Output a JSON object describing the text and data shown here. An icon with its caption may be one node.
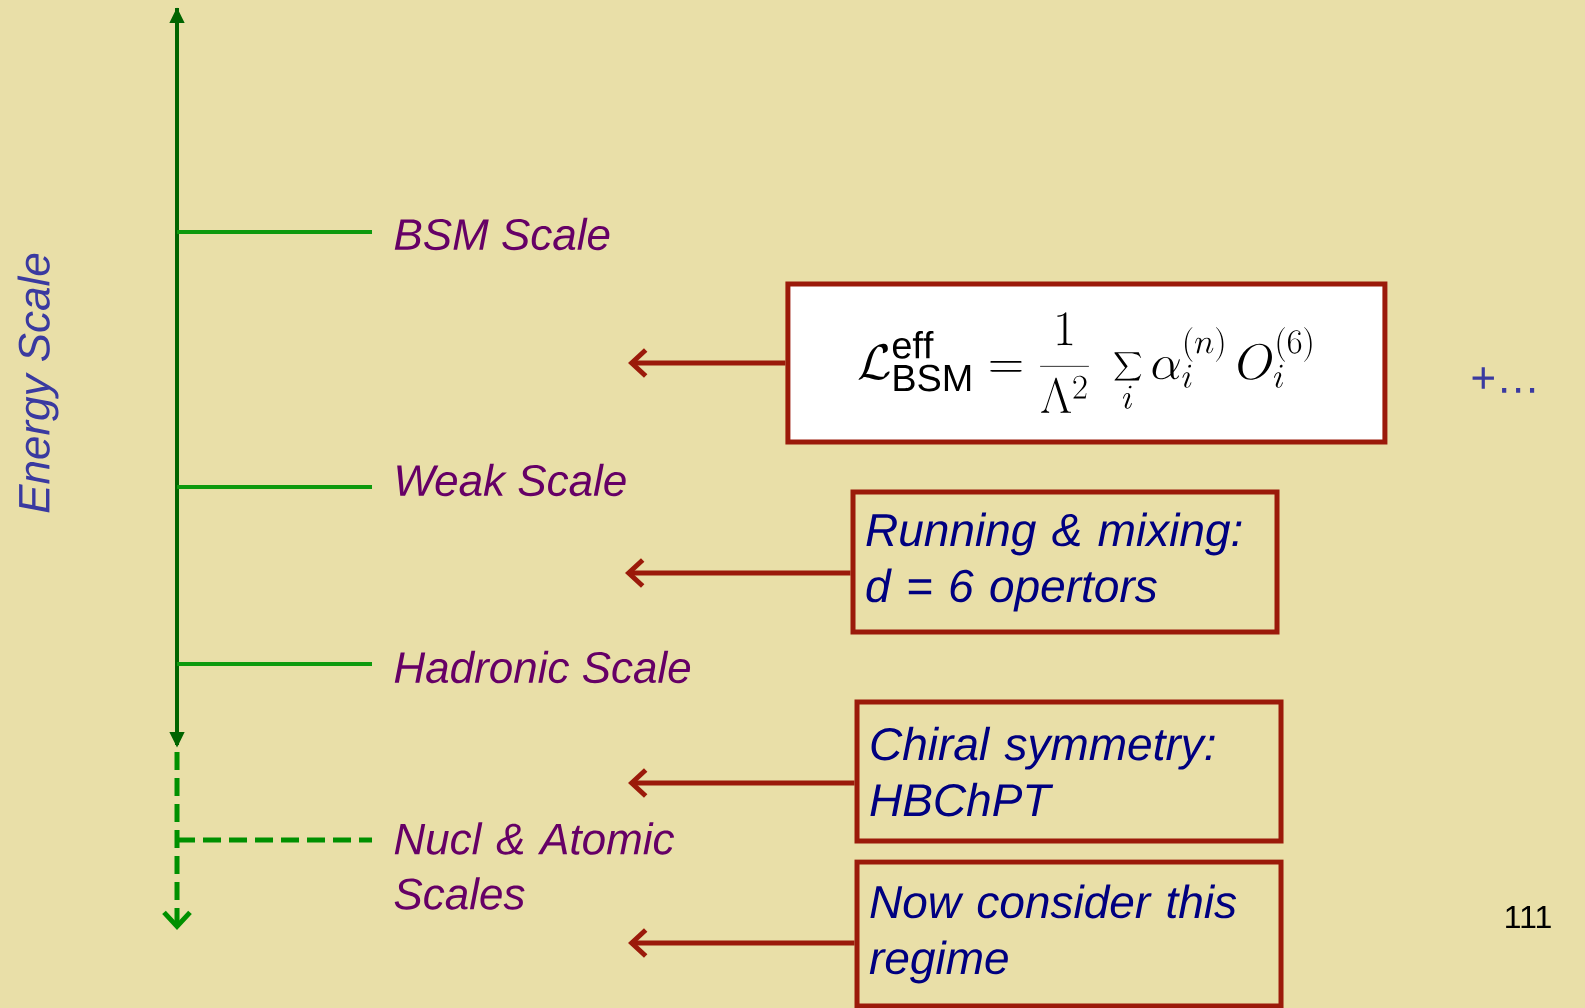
{
  "diagram": {
    "nodes": [
      {
        "text": [
          "\\mathcal{L}_{\\mathrm{BSM}}^{\\mathrm{eff}} = \\frac{1}{\\Lambda^2}\\;\\sum_i \\alpha_i^{(n)}\\, O_i^{(6)}"
        ]
      },
      {
        "text": [
          "Running & mixing: d = 6 opertors"
        ]
      },
      {
        "text": [
          "Chiral symmetry: HBChPT"
        ]
      },
      {
        "text": [
          "Now consider this regime"
        ]
      }
    ],
    "edges": [
      {
        "from": 0,
        "to": null,
        "arrow": "to"
      },
      {
        "from": 1,
        "to": null,
        "arrow": "to"
      },
      {
        "from": 2,
        "to": null,
        "arrow": "to"
      },
      {
        "from": 3,
        "to": null,
        "arrow": "to"
      }
    ],
    "labels": [
      "Energy Scale",
      "BSM Scale",
      "Weak Scale",
      "Hadronic Scale",
      "Nucl & Atomic Scales",
      "+…",
      "111"
    ]
  }
}
